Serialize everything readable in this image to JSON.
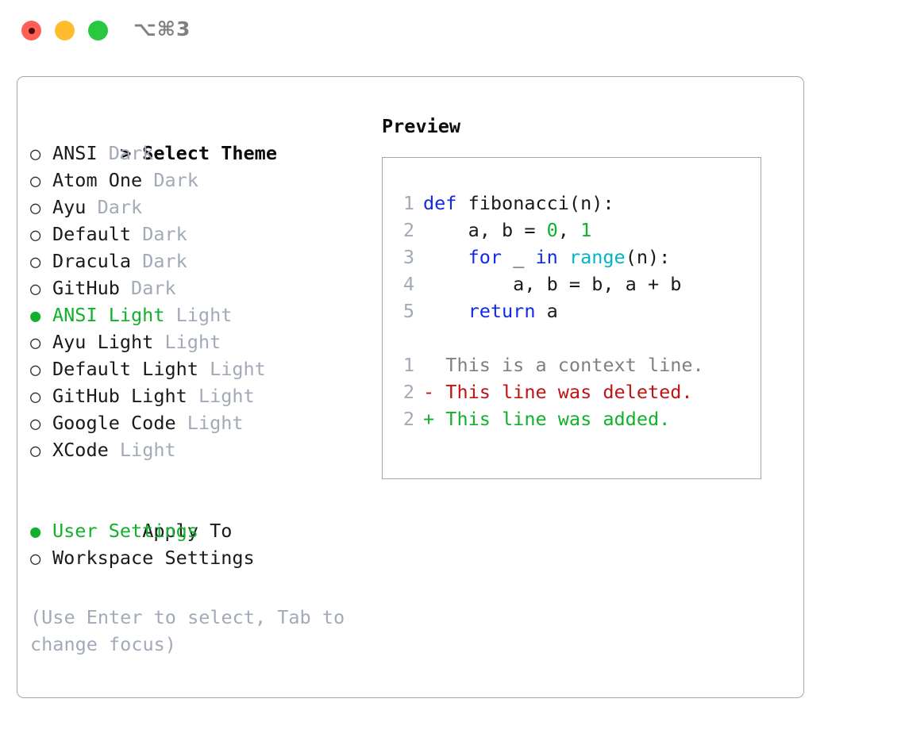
{
  "titlebar": {
    "shortcut": "⌥⌘3",
    "lights": [
      {
        "name": "close",
        "color": "#ff5f57"
      },
      {
        "name": "minimize",
        "color": "#ffbd2e"
      },
      {
        "name": "maximize",
        "color": "#28c840"
      }
    ]
  },
  "theme_list": {
    "heading": "Select Theme",
    "heading_marker": ">",
    "items": [
      {
        "bullet": "○",
        "name": "ANSI",
        "tag": "Dark",
        "selected": false
      },
      {
        "bullet": "○",
        "name": "Atom One",
        "tag": "Dark",
        "selected": false
      },
      {
        "bullet": "○",
        "name": "Ayu",
        "tag": "Dark",
        "selected": false
      },
      {
        "bullet": "○",
        "name": "Default",
        "tag": "Dark",
        "selected": false
      },
      {
        "bullet": "○",
        "name": "Dracula",
        "tag": "Dark",
        "selected": false
      },
      {
        "bullet": "○",
        "name": "GitHub",
        "tag": "Dark",
        "selected": false
      },
      {
        "bullet": "●",
        "name": "ANSI Light",
        "tag": "Light",
        "selected": true
      },
      {
        "bullet": "○",
        "name": "Ayu Light",
        "tag": "Light",
        "selected": false
      },
      {
        "bullet": "○",
        "name": "Default Light",
        "tag": "Light",
        "selected": false
      },
      {
        "bullet": "○",
        "name": "GitHub Light",
        "tag": "Light",
        "selected": false
      },
      {
        "bullet": "○",
        "name": "Google Code",
        "tag": "Light",
        "selected": false
      },
      {
        "bullet": "○",
        "name": "XCode",
        "tag": "Light",
        "selected": false
      }
    ]
  },
  "apply_to": {
    "heading": "Apply To",
    "items": [
      {
        "bullet": "●",
        "name": "User Settings",
        "selected": true
      },
      {
        "bullet": "○",
        "name": "Workspace Settings",
        "selected": false
      }
    ]
  },
  "hint": "(Use Enter to select, Tab to change focus)",
  "preview": {
    "title": "Preview",
    "code": [
      {
        "num": "1",
        "tokens": [
          {
            "t": "def",
            "c": "kw"
          },
          {
            "t": " fibonacci(n):",
            "c": "txt"
          }
        ]
      },
      {
        "num": "2",
        "tokens": [
          {
            "t": "    a, b = ",
            "c": "txt"
          },
          {
            "t": "0",
            "c": "num"
          },
          {
            "t": ", ",
            "c": "txt"
          },
          {
            "t": "1",
            "c": "num"
          }
        ]
      },
      {
        "num": "3",
        "tokens": [
          {
            "t": "    ",
            "c": "txt"
          },
          {
            "t": "for",
            "c": "kw"
          },
          {
            "t": " _ ",
            "c": "txt"
          },
          {
            "t": "in",
            "c": "kw"
          },
          {
            "t": " ",
            "c": "txt"
          },
          {
            "t": "range",
            "c": "fn"
          },
          {
            "t": "(n):",
            "c": "txt"
          }
        ]
      },
      {
        "num": "4",
        "tokens": [
          {
            "t": "        a, b = b, a + b",
            "c": "txt"
          }
        ]
      },
      {
        "num": "5",
        "tokens": [
          {
            "t": "    ",
            "c": "txt"
          },
          {
            "t": "return",
            "c": "kw"
          },
          {
            "t": " a",
            "c": "txt"
          }
        ]
      }
    ],
    "diff": [
      {
        "num": "1",
        "prefix": "  ",
        "text": "This is a context line.",
        "kind": "ctx"
      },
      {
        "num": "2",
        "prefix": "- ",
        "text": "This line was deleted.",
        "kind": "del"
      },
      {
        "num": "2",
        "prefix": "+ ",
        "text": "This line was added.",
        "kind": "add"
      }
    ]
  },
  "colors": {
    "accent_green": "#12b12b",
    "keyword_blue": "#1229e8",
    "function_cyan": "#00b5c8",
    "diff_delete_red": "#c01313",
    "muted_gray": "#a2aab8",
    "border_gray": "#9fa8b4"
  }
}
